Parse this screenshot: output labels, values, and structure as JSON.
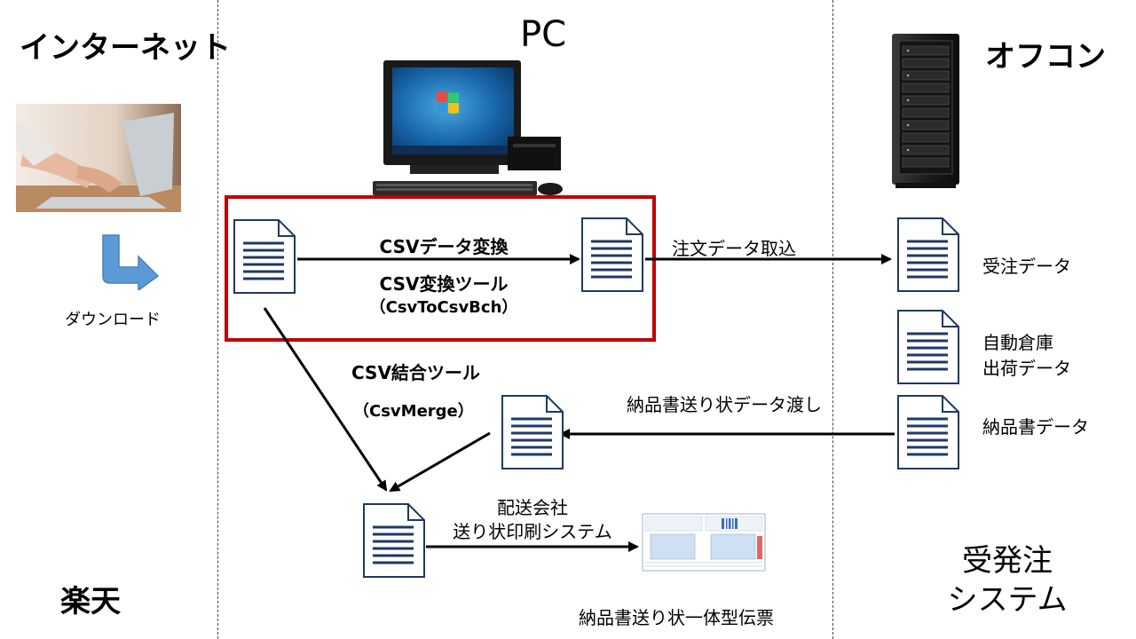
{
  "columns": {
    "internet": "インターネット",
    "pc": "PC",
    "office_computer": "オフコン"
  },
  "internet": {
    "download_label": "ダウンロード",
    "rakuten_label": "楽天"
  },
  "pc": {
    "csv_convert_title": "CSVデータ変換",
    "csv_convert_tool": "CSV変換ツール",
    "csv_convert_tool_name": "（CsvToCsvBch）",
    "csv_merge_tool": "CSV結合ツール",
    "csv_merge_tool_name": "（CsvMerge）",
    "delivery_company_line1": "配送会社",
    "delivery_company_line2": "送り状印刷システム",
    "slip_label": "納品書送り状一体型伝票",
    "order_import_label": "注文データ取込",
    "handover_label": "納品書送り状データ渡し"
  },
  "office_computer": {
    "received_order_data": "受注データ",
    "auto_warehouse_line1": "自動倉庫",
    "auto_warehouse_line2": "出荷データ",
    "invoice_data": "納品書データ",
    "system_line1": "受発注",
    "system_line2": "システム"
  },
  "colors": {
    "doc_fill": "#ffffff",
    "doc_stroke": "#1f3864",
    "highlight_box": "#c00000",
    "download_arrow": "#4a90d9"
  }
}
